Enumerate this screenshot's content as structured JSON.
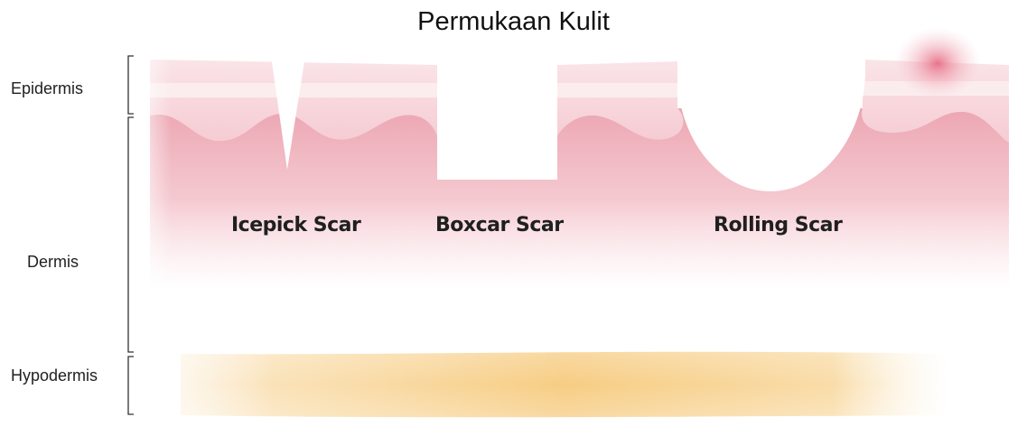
{
  "title": "Permukaan Kulit",
  "layers": {
    "epidermis": "Epidermis",
    "dermis": "Dermis",
    "hypodermis": "Hypodermis"
  },
  "scars": {
    "icepick": "Icepick Scar",
    "boxcar": "Boxcar Scar",
    "rolling": "Rolling Scar"
  },
  "colors": {
    "dermis": "#eea3b0",
    "epidermis": "#f6cfd6",
    "epidermis_band": "#f9e4e7",
    "hypodermis": "#f7c878",
    "inflammation": "#e4607a",
    "bracket": "#333333"
  }
}
